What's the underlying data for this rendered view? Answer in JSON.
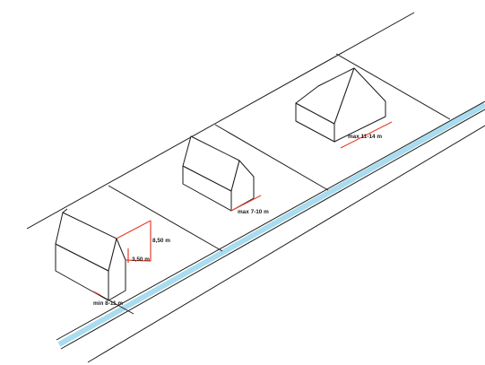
{
  "colors": {
    "line": "#1a1a1a",
    "water": "#a8dcee",
    "dimension": "#e8402a",
    "background": "#ffffff"
  },
  "labels": {
    "height_total": "8,50 m",
    "height_eave": "3,50 m",
    "setback": "min 8-11 m",
    "width_small": "max 7-10 m",
    "width_large": "max 11-14 m"
  }
}
